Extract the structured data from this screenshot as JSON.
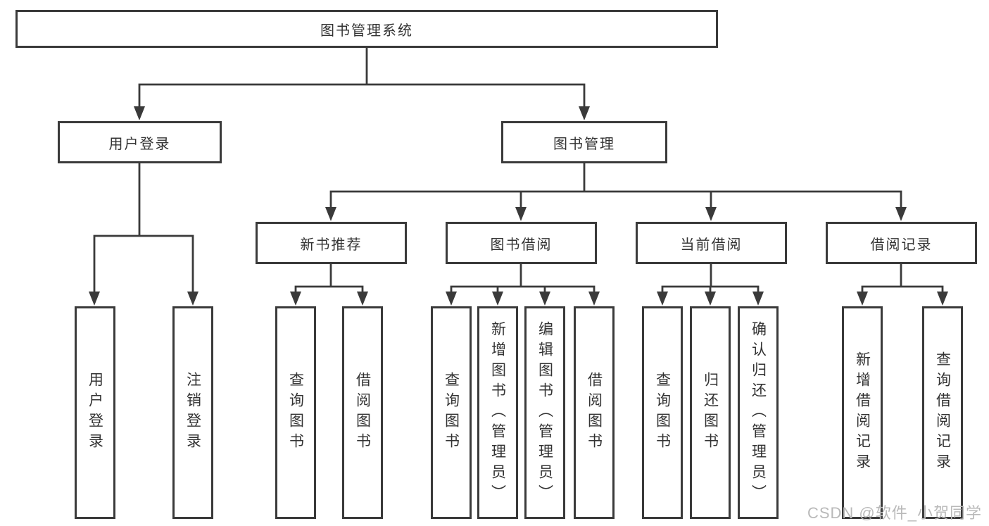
{
  "colors": {
    "line": "#3a3a3a",
    "text": "#333333",
    "watermark": "#b9b9b9",
    "background": "#ffffff"
  },
  "tree": {
    "root": {
      "label": "图书管理系统"
    },
    "branches": [
      {
        "label": "用户登录",
        "leaves": [
          {
            "label": "用户登录"
          },
          {
            "label": "注销登录"
          }
        ]
      },
      {
        "label": "图书管理",
        "groups": [
          {
            "label": "新书推荐",
            "leaves": [
              {
                "label": "查询图书"
              },
              {
                "label": "借阅图书"
              }
            ]
          },
          {
            "label": "图书借阅",
            "leaves": [
              {
                "label": "查询图书"
              },
              {
                "label": "新增图书（管理员）"
              },
              {
                "label": "编辑图书（管理员）"
              },
              {
                "label": "借阅图书"
              }
            ]
          },
          {
            "label": "当前借阅",
            "leaves": [
              {
                "label": "查询图书"
              },
              {
                "label": "归还图书"
              },
              {
                "label": "确认归还（管理员）"
              }
            ]
          },
          {
            "label": "借阅记录",
            "leaves": [
              {
                "label": "新增借阅记录"
              },
              {
                "label": "查询借阅记录"
              }
            ]
          }
        ]
      }
    ]
  },
  "watermark": {
    "text": "CSDN @软件_小贺同学"
  }
}
